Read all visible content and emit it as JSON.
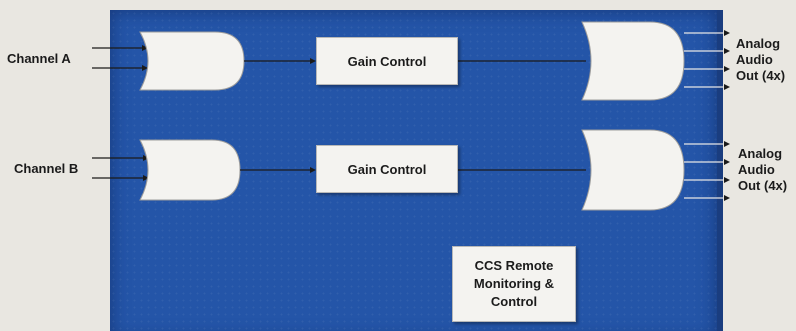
{
  "inputs": {
    "channel_a": "Channel A",
    "channel_b": "Channel B"
  },
  "blocks": {
    "gain_a": "Gain Control",
    "gain_b": "Gain Control",
    "ccs": [
      "CCS Remote",
      "Monitoring &",
      "Control"
    ]
  },
  "outputs": {
    "top": [
      "Analog",
      "Audio",
      "Out (4x)"
    ],
    "bottom": [
      "Analog",
      "Audio",
      "Out (4x)"
    ]
  },
  "colors": {
    "board": "#2455a8",
    "box": "#f4f3f0",
    "background": "#e9e7e1"
  }
}
